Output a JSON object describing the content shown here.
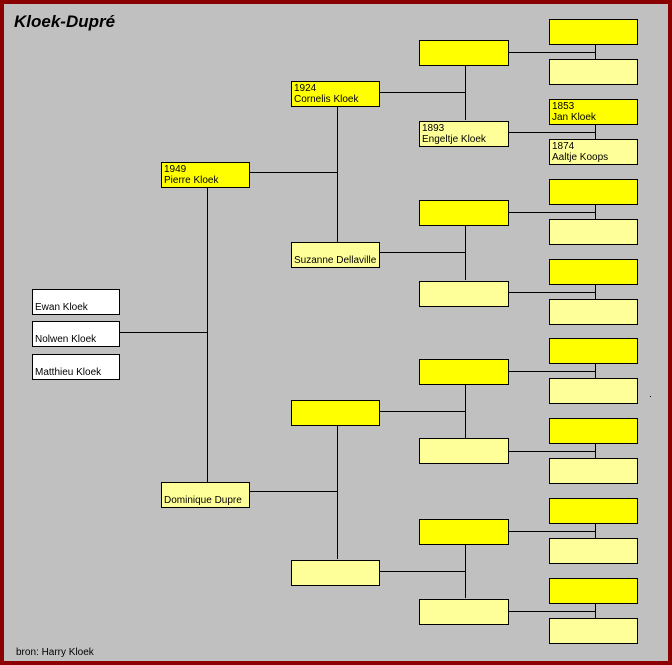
{
  "title": "Kloek-Dupré",
  "source": "bron: Harry Kloek",
  "children": [
    "Ewan Kloek",
    "Nolwen Kloek",
    "Matthieu Kloek"
  ],
  "father": {
    "year": "1949",
    "name": "Pierre Kloek"
  },
  "mother": {
    "year": "",
    "name": "Dominique Dupre"
  },
  "paternal_grandfather": {
    "year": "1924",
    "name": "Cornelis Kloek"
  },
  "paternal_grandmother": {
    "year": "",
    "name": "Suzanne Dellaville"
  },
  "maternal_grandfather": {
    "year": "",
    "name": ""
  },
  "maternal_grandmother": {
    "year": "",
    "name": ""
  },
  "great_grandparents": [
    {
      "year": "",
      "name": ""
    },
    {
      "year": "1893",
      "name": "Engeltje Kloek"
    },
    {
      "year": "",
      "name": ""
    },
    {
      "year": "",
      "name": ""
    },
    {
      "year": "",
      "name": ""
    },
    {
      "year": "",
      "name": ""
    },
    {
      "year": "",
      "name": ""
    },
    {
      "year": "",
      "name": ""
    }
  ],
  "great_great_grandparents": [
    {
      "year": "",
      "name": ""
    },
    {
      "year": "",
      "name": ""
    },
    {
      "year": "1853",
      "name": "Jan Kloek"
    },
    {
      "year": "1874",
      "name": "Aaltje Koops"
    },
    {
      "year": "",
      "name": ""
    },
    {
      "year": "",
      "name": ""
    },
    {
      "year": "",
      "name": ""
    },
    {
      "year": "",
      "name": ""
    },
    {
      "year": "",
      "name": ""
    },
    {
      "year": "",
      "name": ""
    },
    {
      "year": "",
      "name": ""
    },
    {
      "year": "",
      "name": ""
    },
    {
      "year": "",
      "name": ""
    },
    {
      "year": "",
      "name": ""
    },
    {
      "year": "",
      "name": ""
    },
    {
      "year": "",
      "name": ""
    }
  ],
  "colors": {
    "frame": "#8b0000",
    "background": "#c0c0c0",
    "male": "#ffff00",
    "female": "#ffff99",
    "child": "#ffffff"
  }
}
